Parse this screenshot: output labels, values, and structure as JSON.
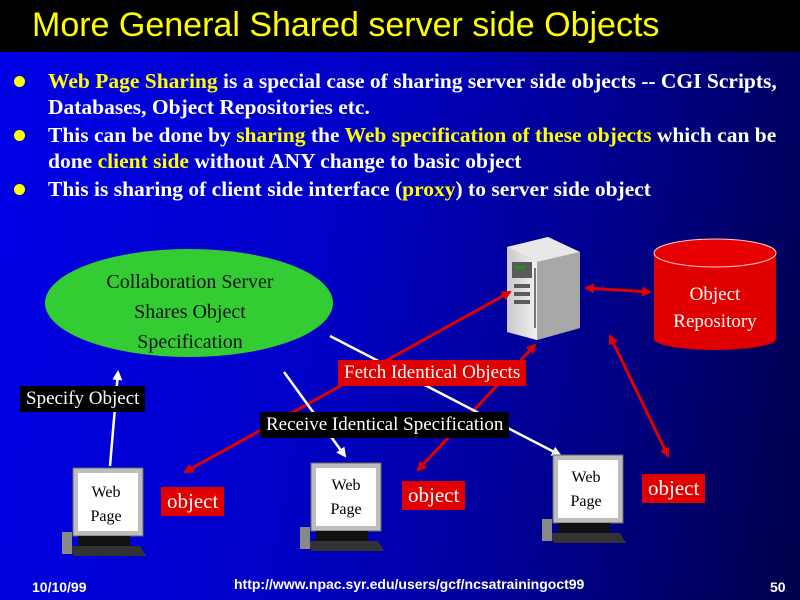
{
  "title": "More General Shared server side Objects",
  "bullets": [
    {
      "segments": [
        {
          "t": "Web Page Sharing",
          "hl": true
        },
        {
          "t": " is a special case of sharing server side objects -- CGI Scripts, Databases, Object Repositories etc.",
          "hl": false
        }
      ]
    },
    {
      "segments": [
        {
          "t": "This can be done by ",
          "hl": false
        },
        {
          "t": "sharing",
          "hl": true
        },
        {
          "t": " the ",
          "hl": false
        },
        {
          "t": "Web specification of these objects",
          "hl": true
        },
        {
          "t": " which can be done ",
          "hl": false
        },
        {
          "t": "client side",
          "hl": true
        },
        {
          "t": " without ANY change to basic object",
          "hl": false
        }
      ]
    },
    {
      "segments": [
        {
          "t": "This is sharing of client side interface (",
          "hl": false
        },
        {
          "t": "proxy",
          "hl": true
        },
        {
          "t": ") to server side object",
          "hl": false
        }
      ]
    }
  ],
  "diagram": {
    "collab_server": {
      "line1": "Collaboration Server",
      "line2": "Shares Object",
      "line3": "Specification"
    },
    "repository": {
      "line1": "Object",
      "line2": "Repository"
    },
    "fetch_label": "Fetch Identical Objects",
    "specify_label": "Specify Object",
    "receive_label": "Receive Identical Specification",
    "clients": [
      {
        "line1": "Web",
        "line2": "Page",
        "object": "object"
      },
      {
        "line1": "Web",
        "line2": "Page",
        "object": "object"
      },
      {
        "line1": "Web",
        "line2": "Page",
        "object": "object"
      }
    ]
  },
  "footer": {
    "date": "10/10/99",
    "url": "http://www.npac.syr.edu/users/gcf/ncsatrainingoct99",
    "page": "50"
  },
  "colors": {
    "title": "#ffff00",
    "highlight": "#ffff00",
    "arrow_red": "#e00000",
    "ellipse_green": "#33cc33"
  }
}
